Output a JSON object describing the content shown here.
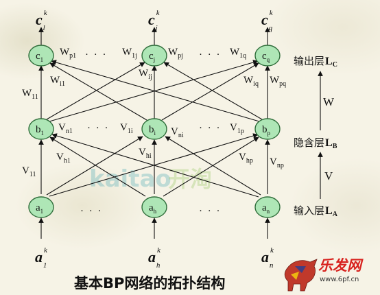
{
  "top_outputs": [
    {
      "main": "c",
      "sup": "k",
      "sub": "l"
    },
    {
      "main": "c",
      "sup": "k",
      "sub": "j"
    },
    {
      "main": "c",
      "sup": "k",
      "sub": "q"
    }
  ],
  "bottom_inputs": [
    {
      "main": "a",
      "sup": "k",
      "sub": "1"
    },
    {
      "main": "a",
      "sup": "k",
      "sub": "h"
    },
    {
      "main": "a",
      "sup": "k",
      "sub": "n"
    }
  ],
  "output_nodes": [
    {
      "main": "c",
      "sub": "1"
    },
    {
      "main": "c",
      "sub": "j"
    },
    {
      "main": "c",
      "sub": "q"
    }
  ],
  "hidden_nodes": [
    {
      "main": "b",
      "sub": "1"
    },
    {
      "main": "b",
      "sub": "i"
    },
    {
      "main": "b",
      "sub": "p"
    }
  ],
  "input_nodes": [
    {
      "main": "a",
      "sub": "1"
    },
    {
      "main": "a",
      "sub": "h"
    },
    {
      "main": "a",
      "sub": "n"
    }
  ],
  "weights_W": [
    {
      "main": "W",
      "sub": "p1"
    },
    {
      "main": "W",
      "sub": "1j"
    },
    {
      "main": "W",
      "sub": "pj"
    },
    {
      "main": "W",
      "sub": "1q"
    },
    {
      "main": "W",
      "sub": "ij"
    },
    {
      "main": "W",
      "sub": "i1"
    },
    {
      "main": "W",
      "sub": "iq"
    },
    {
      "main": "W",
      "sub": "pq"
    },
    {
      "main": "W",
      "sub": "11"
    }
  ],
  "weights_V": [
    {
      "main": "V",
      "sub": "n1"
    },
    {
      "main": "V",
      "sub": "1i"
    },
    {
      "main": "V",
      "sub": "ni"
    },
    {
      "main": "V",
      "sub": "1p"
    },
    {
      "main": "V",
      "sub": "hi"
    },
    {
      "main": "V",
      "sub": "h1"
    },
    {
      "main": "V",
      "sub": "hp"
    },
    {
      "main": "V",
      "sub": "11"
    },
    {
      "main": "V",
      "sub": "np"
    }
  ],
  "ellipsis": "· · ·",
  "layers": {
    "output": {
      "text": "输出层",
      "letter": "L",
      "sub": "C"
    },
    "hidden": {
      "text": "隐含层",
      "letter": "L",
      "sub": "B"
    },
    "input": {
      "text": "输入层",
      "letter": "L",
      "sub": "A"
    }
  },
  "matrix_W": "W",
  "matrix_V": "V",
  "caption": "基本BP网络的拓扑结构",
  "watermark": {
    "en": "kaitao",
    "cn": "开淘"
  },
  "corner_logo": {
    "cn": "乐发网",
    "url": "www.6pf.cn"
  },
  "colors": {
    "node_fill": "#aee6b6",
    "node_stroke": "#2f6d3a",
    "background": "#f6f3e6"
  }
}
